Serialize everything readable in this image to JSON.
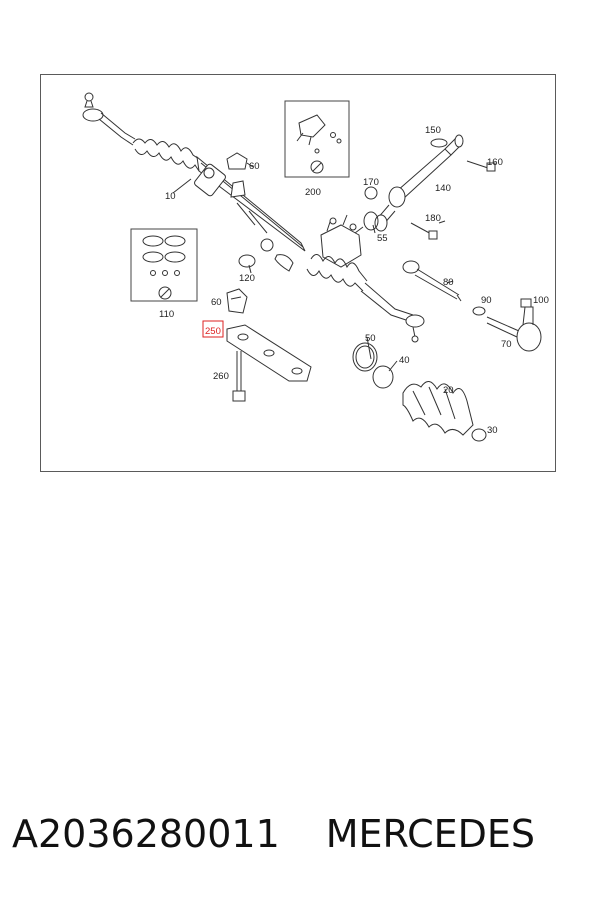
{
  "diagram": {
    "part_labels": {
      "p10": "10",
      "p20": "20",
      "p30": "30",
      "p40": "40",
      "p50": "50",
      "p55": "55",
      "p60a": "60",
      "p60b": "60",
      "p70": "70",
      "p80": "80",
      "p90": "90",
      "p100": "100",
      "p110": "110",
      "p120": "120",
      "p140": "140",
      "p150": "150",
      "p160": "160",
      "p170": "170",
      "p180": "180",
      "p200": "200",
      "p250": "250",
      "p260": "260"
    },
    "highlight_color": "#dd2222"
  },
  "caption": {
    "part_number": "A2036280011",
    "brand": "MERCEDES"
  }
}
